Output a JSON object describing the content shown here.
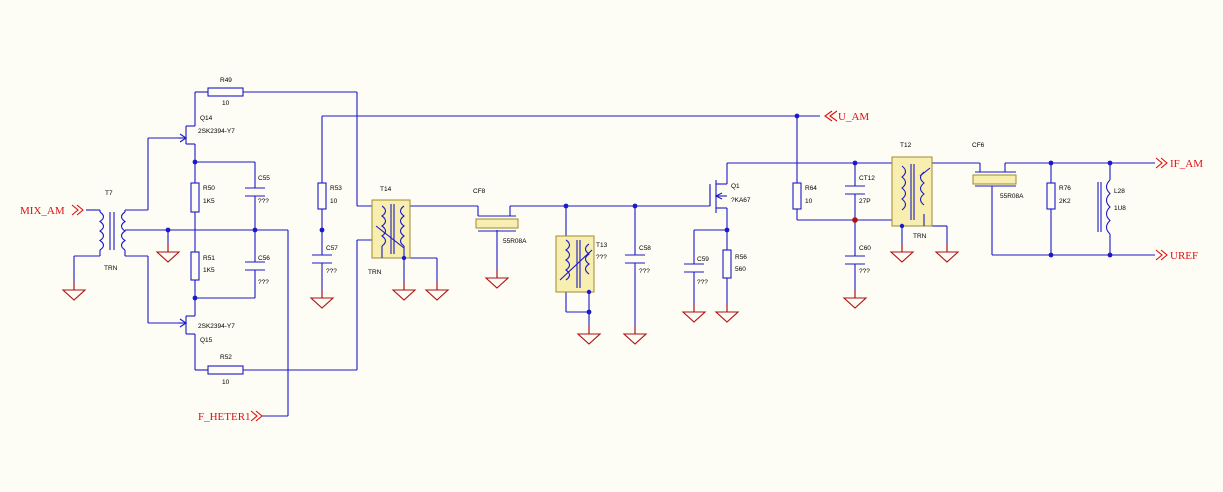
{
  "colors": {
    "wire": "#1a1ac8",
    "ground": "#b01010",
    "net": "#e01010",
    "transformer": "#f8eeb0",
    "background": "#fdfcf5"
  },
  "nets": {
    "mix_am": "MIX_AM",
    "u_am": "U_AM",
    "f_heter1": "F_HETER1",
    "if_am": "IF_AM",
    "uref": "UREF"
  },
  "components": {
    "r49": {
      "ref": "R49",
      "value": "10"
    },
    "r50": {
      "ref": "R50",
      "value": "1K5"
    },
    "r51": {
      "ref": "R51",
      "value": "1K5"
    },
    "r52": {
      "ref": "R52",
      "value": "10"
    },
    "r53": {
      "ref": "R53",
      "value": "10"
    },
    "r56": {
      "ref": "R56",
      "value": "560"
    },
    "r64": {
      "ref": "R64",
      "value": "10"
    },
    "r76": {
      "ref": "R76",
      "value": "2K2"
    },
    "q14": {
      "ref": "Q14",
      "value": "2SK2394-Y7"
    },
    "q15": {
      "ref": "Q15",
      "value": "2SK2394-Y7"
    },
    "q1": {
      "ref": "Q1",
      "value": "?KA67"
    },
    "c55": {
      "ref": "C55",
      "value": "???"
    },
    "c56": {
      "ref": "C56",
      "value": "???"
    },
    "c57": {
      "ref": "C57",
      "value": "???"
    },
    "c58": {
      "ref": "C58",
      "value": "???"
    },
    "c59": {
      "ref": "C59",
      "value": "???"
    },
    "c60": {
      "ref": "C60",
      "value": "???"
    },
    "ct12": {
      "ref": "CT12",
      "value": "27P"
    },
    "t7": {
      "ref": "T7",
      "value": "TRN"
    },
    "t14": {
      "ref": "T14",
      "value": "TRN"
    },
    "t13": {
      "ref": "T13",
      "value": "???"
    },
    "t12": {
      "ref": "T12",
      "value": "TRN"
    },
    "cf8": {
      "ref": "CF8",
      "value": "55R08A"
    },
    "cf6": {
      "ref": "CF6",
      "value": "55R08A"
    },
    "l28": {
      "ref": "L28",
      "value": "1U8"
    }
  }
}
